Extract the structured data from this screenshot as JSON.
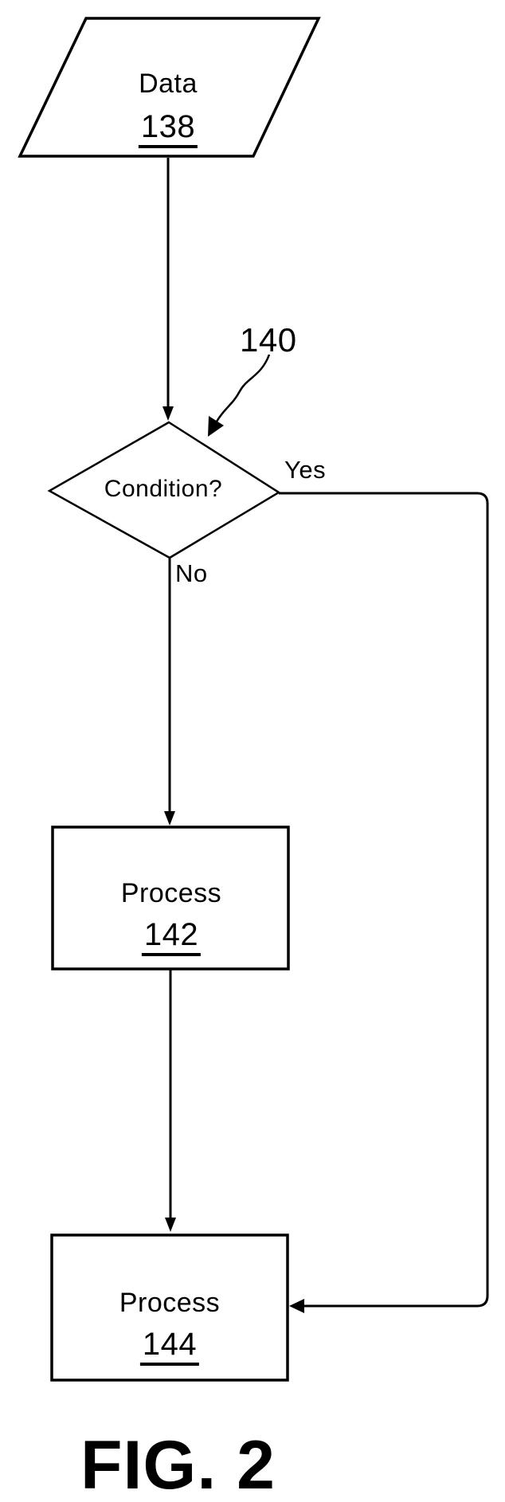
{
  "figure_label": "FIG. 2",
  "nodes": {
    "data_input": {
      "label": "Data",
      "ref": "138",
      "shape": "parallelogram"
    },
    "decision": {
      "label": "Condition?",
      "ref": "140",
      "shape": "diamond"
    },
    "process_142": {
      "label": "Process",
      "ref": "142",
      "shape": "rectangle"
    },
    "process_144": {
      "label": "Process",
      "ref": "144",
      "shape": "rectangle"
    }
  },
  "branches": {
    "yes": "Yes",
    "no": "No"
  },
  "colors": {
    "ink": "#000000",
    "paper": "#ffffff"
  }
}
